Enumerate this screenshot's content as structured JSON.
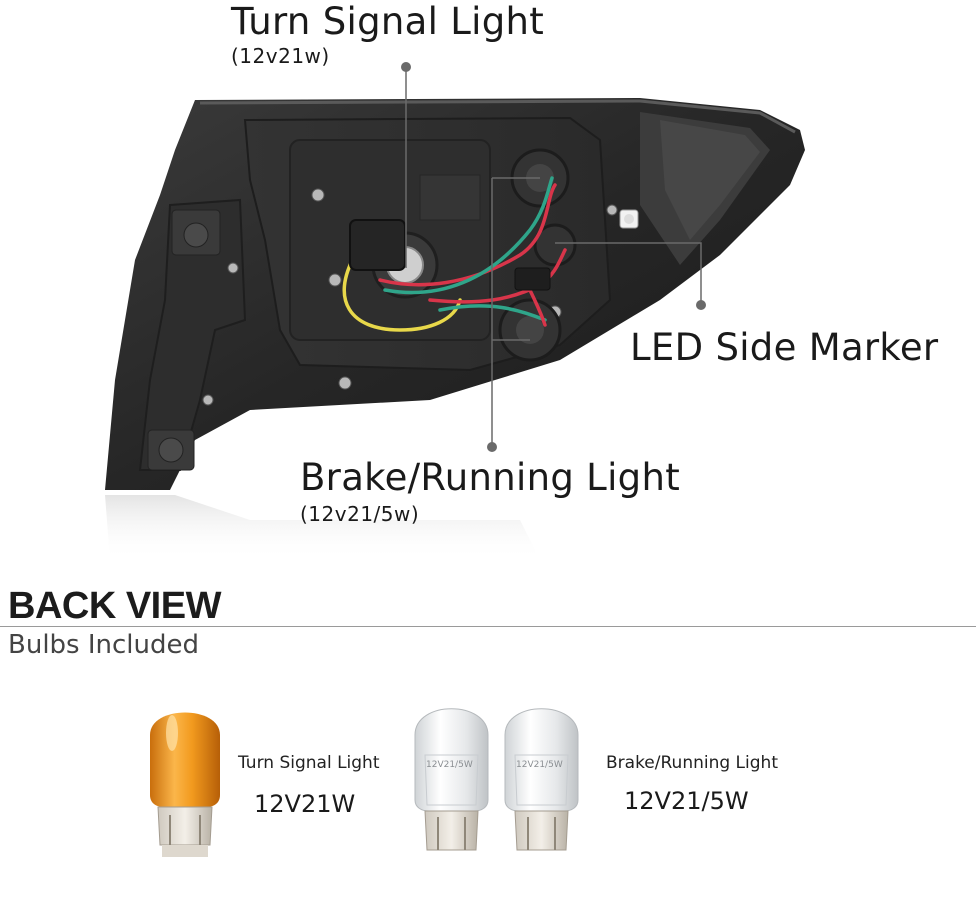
{
  "callouts": {
    "turn_signal": {
      "title": "Turn Signal Light",
      "spec": "(12v21w)"
    },
    "side_marker": {
      "title": "LED Side Marker"
    },
    "brake_running": {
      "title": "Brake/Running Light",
      "spec": "(12v21/5w)"
    }
  },
  "section": {
    "title": "BACK VIEW",
    "subtitle": "Bulbs Included"
  },
  "bulbs": [
    {
      "name": "Turn Signal Light",
      "spec": "12V21W",
      "color": "amber"
    },
    {
      "name": "Brake/Running Light",
      "spec": "12V21/5W",
      "color": "clear"
    }
  ],
  "bulb_print": "12V21/5W",
  "colors": {
    "housing": "#2b2b2b",
    "amber": "#f29a1e",
    "wire_red": "#d8354a",
    "wire_green": "#2fa58a",
    "wire_yellow": "#e8d84a",
    "pointer": "#6a6a6a"
  }
}
